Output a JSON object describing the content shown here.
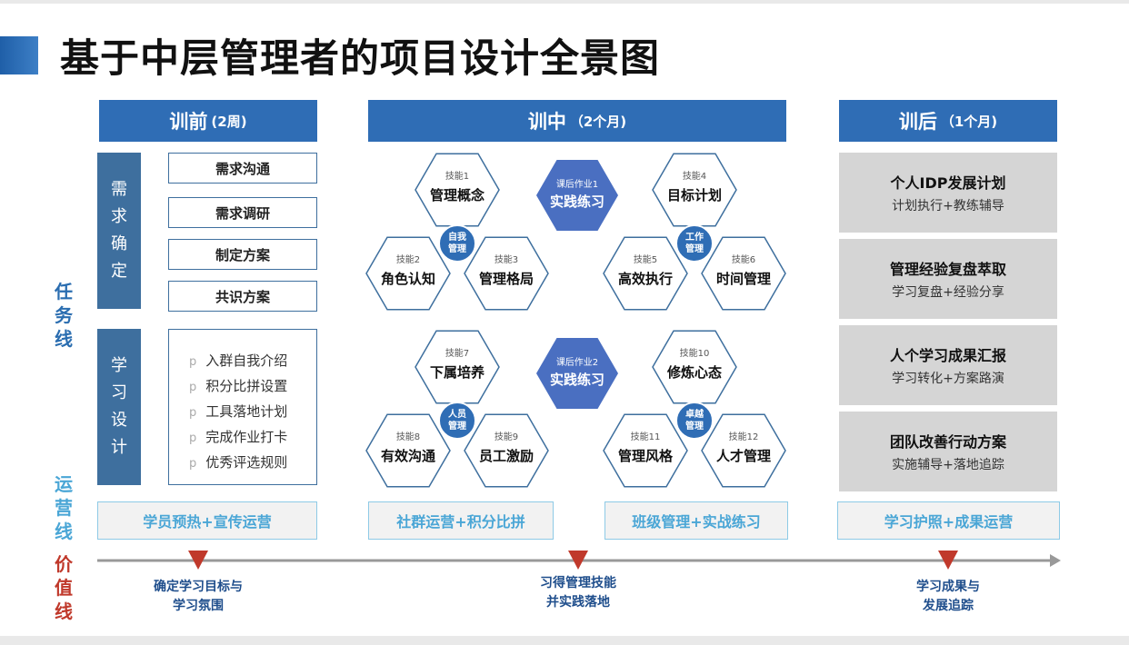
{
  "title": "基于中层管理者的项目设计全景图",
  "phases": [
    {
      "label": "训前",
      "sub": "(2周)"
    },
    {
      "label": "训中",
      "sub": "（2个月)"
    },
    {
      "label": "训后",
      "sub": "（1个月)"
    }
  ],
  "side_labels": {
    "task": "任务线",
    "ops": "运营线",
    "value": "价值线"
  },
  "pre": {
    "needs_label": "需求确定",
    "needs_items": [
      "需求沟通",
      "需求调研",
      "制定方案",
      "共识方案"
    ],
    "learn_label": "学习设计",
    "learn_bullet": "p",
    "learn_items": [
      "入群自我介绍",
      "积分比拼设置",
      "工具落地计划",
      "完成作业打卡",
      "优秀评选规则"
    ]
  },
  "mid": {
    "clusters": [
      {
        "center": "自我\n管理",
        "skills": [
          {
            "tag": "技能1",
            "name": "管理概念"
          },
          {
            "tag": "技能2",
            "name": "角色认知"
          },
          {
            "tag": "技能3",
            "name": "管理格局"
          }
        ]
      },
      {
        "center": "工作\n管理",
        "skills": [
          {
            "tag": "技能4",
            "name": "目标计划"
          },
          {
            "tag": "技能5",
            "name": "高效执行"
          },
          {
            "tag": "技能6",
            "name": "时间管理"
          }
        ]
      },
      {
        "center": "人员\n管理",
        "skills": [
          {
            "tag": "技能7",
            "name": "下属培养"
          },
          {
            "tag": "技能8",
            "name": "有效沟通"
          },
          {
            "tag": "技能9",
            "name": "员工激励"
          }
        ]
      },
      {
        "center": "卓越\n管理",
        "skills": [
          {
            "tag": "技能10",
            "name": "修炼心态"
          },
          {
            "tag": "技能11",
            "name": "管理风格"
          },
          {
            "tag": "技能12",
            "name": "人才管理"
          }
        ]
      }
    ],
    "homework": [
      {
        "tag": "课后作业1",
        "name": "实践练习"
      },
      {
        "tag": "课后作业2",
        "name": "实践练习"
      }
    ]
  },
  "post": [
    {
      "title": "个人IDP发展计划",
      "desc": "计划执行+教练辅导"
    },
    {
      "title": "管理经验复盘萃取",
      "desc": "学习复盘+经验分享"
    },
    {
      "title": "人个学习成果汇报",
      "desc": "学习转化+方案路演"
    },
    {
      "title": "团队改善行动方案",
      "desc": "实施辅导+落地追踪"
    }
  ],
  "ops": [
    "学员预热+宣传运营",
    "社群运营+积分比拼",
    "班级管理+实战练习",
    "学习护照+成果运营"
  ],
  "values": [
    {
      "line1": "确定学习目标与",
      "line2": "学习氛围"
    },
    {
      "line1": "习得管理技能",
      "line2": "并实践落地"
    },
    {
      "line1": "学习成果与",
      "line2": "发展追踪"
    }
  ],
  "colors": {
    "header": "#2f6db5",
    "label": "#3e6f9e",
    "hex_outline": "#3e6f9e",
    "hex_homework": "#4a6fc1",
    "center_circle": "#2f6db5",
    "ops_text": "#4aa6d6",
    "value_marker": "#c0392b",
    "task_label": "#2a6db0",
    "ops_label": "#4aa6d6",
    "value_label": "#c0392b"
  }
}
